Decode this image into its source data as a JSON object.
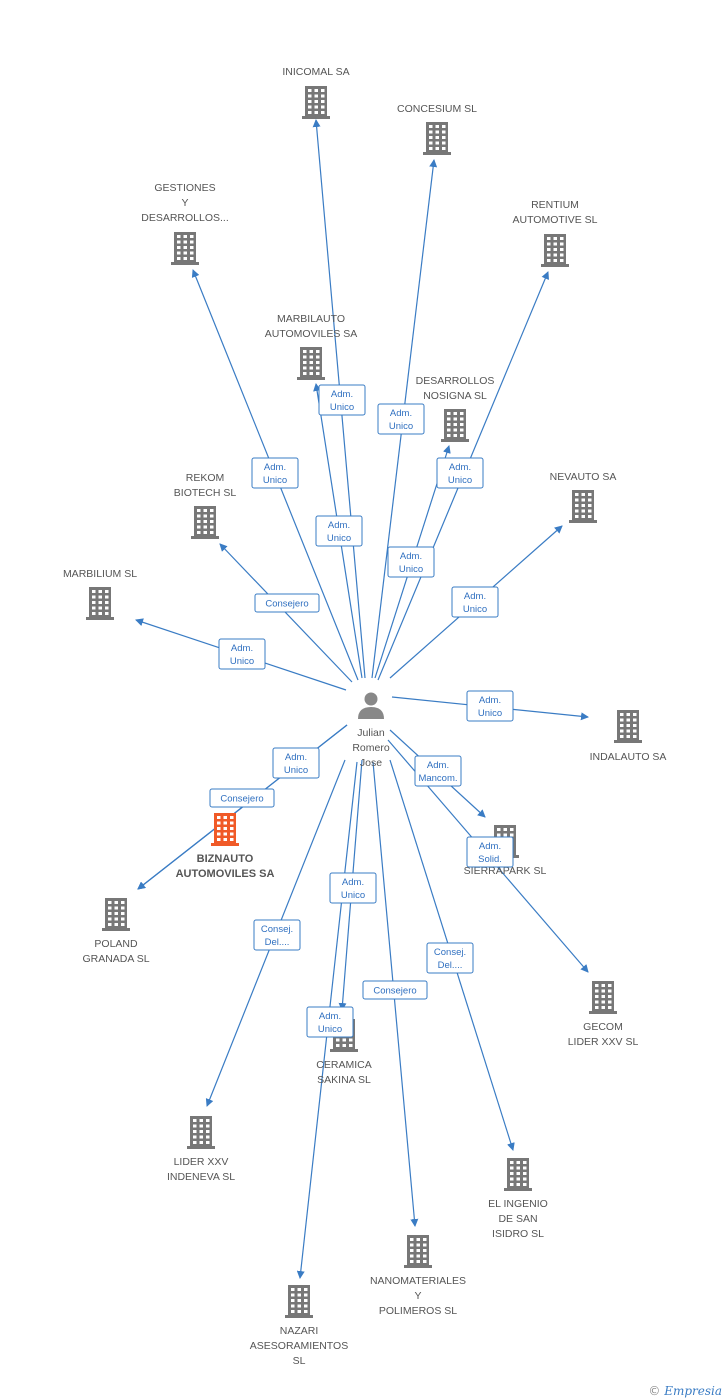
{
  "colors": {
    "edge": "#3a7cc4",
    "building": "#777777",
    "highlight": "#f05a28",
    "person": "#888888"
  },
  "person": {
    "label": [
      "Julian",
      "Romero",
      "Jose"
    ],
    "icon": "person-icon"
  },
  "companies": [
    {
      "id": "inicomal",
      "label": [
        "INICOMAL SA"
      ]
    },
    {
      "id": "concesium",
      "label": [
        "CONCESIUM SL"
      ]
    },
    {
      "id": "gestiones",
      "label": [
        "GESTIONES",
        "Y",
        "DESARROLLOS..."
      ]
    },
    {
      "id": "rentium",
      "label": [
        "RENTIUM",
        "AUTOMOTIVE SL"
      ]
    },
    {
      "id": "marbilauto",
      "label": [
        "MARBILAUTO",
        "AUTOMOVILES SA"
      ]
    },
    {
      "id": "desarrollos",
      "label": [
        "DESARROLLOS",
        "NOSIGNA SL"
      ]
    },
    {
      "id": "rekom",
      "label": [
        "REKOM",
        "BIOTECH SL"
      ]
    },
    {
      "id": "nevauto",
      "label": [
        "NEVAUTO SA"
      ]
    },
    {
      "id": "marbilium",
      "label": [
        "MARBILIUM SL"
      ]
    },
    {
      "id": "indalauto",
      "label": [
        "INDALAUTO SA"
      ]
    },
    {
      "id": "biznauto",
      "label": [
        "BIZNAUTO",
        "AUTOMOVILES SA"
      ],
      "highlight": true
    },
    {
      "id": "sierrapark",
      "label": [
        "SIERRAPARK SL"
      ]
    },
    {
      "id": "poland",
      "label": [
        "POLAND",
        "GRANADA SL"
      ]
    },
    {
      "id": "gecom",
      "label": [
        "GECOM",
        "LIDER XXV SL"
      ]
    },
    {
      "id": "ceramica",
      "label": [
        "CERAMICA",
        "SAKINA SL"
      ]
    },
    {
      "id": "lider",
      "label": [
        "LIDER XXV",
        "INDENEVA SL"
      ]
    },
    {
      "id": "ingenio",
      "label": [
        "EL INGENIO",
        "DE SAN",
        "ISIDRO SL"
      ]
    },
    {
      "id": "nanomateriales",
      "label": [
        "NANOMATERIALES",
        "Y",
        "POLIMEROS SL"
      ]
    },
    {
      "id": "nazari",
      "label": [
        "NAZARI",
        "ASESORAMIENTOS",
        "SL"
      ]
    }
  ],
  "relations": [
    {
      "to": "inicomal",
      "label": [
        "Adm.",
        "Unico"
      ]
    },
    {
      "to": "concesium",
      "label": [
        "Adm.",
        "Unico"
      ]
    },
    {
      "to": "gestiones",
      "label": [
        "Adm.",
        "Unico"
      ]
    },
    {
      "to": "rentium",
      "label": [
        "Adm.",
        "Unico"
      ]
    },
    {
      "to": "marbilauto",
      "label": [
        "Adm.",
        "Unico"
      ]
    },
    {
      "to": "desarrollos",
      "label": [
        "Adm.",
        "Unico"
      ]
    },
    {
      "to": "rekom",
      "label": [
        "Consejero"
      ]
    },
    {
      "to": "nevauto",
      "label": [
        "Adm.",
        "Unico"
      ]
    },
    {
      "to": "marbilium",
      "label": [
        "Adm.",
        "Unico"
      ]
    },
    {
      "to": "indalauto",
      "label": [
        "Adm.",
        "Unico"
      ]
    },
    {
      "to": "biznauto",
      "label": [
        "Adm.",
        "Unico"
      ]
    },
    {
      "to": "poland",
      "label": [
        "Consejero"
      ]
    },
    {
      "to": "sierrapark",
      "label": [
        "Adm.",
        "Mancom."
      ]
    },
    {
      "to": "gecom",
      "label": [
        "Adm.",
        "Solid."
      ]
    },
    {
      "to": "ceramica",
      "label": [
        "Adm.",
        "Unico"
      ]
    },
    {
      "to": "lider",
      "label": [
        "Consej.",
        "Del...."
      ]
    },
    {
      "to": "ingenio",
      "label": [
        "Consej.",
        "Del...."
      ]
    },
    {
      "to": "nanomateriales",
      "label": [
        "Consejero"
      ]
    },
    {
      "to": "nazari",
      "label": [
        "Adm.",
        "Unico"
      ]
    }
  ],
  "footer": {
    "copyright": "©",
    "brand": "Empresia"
  }
}
